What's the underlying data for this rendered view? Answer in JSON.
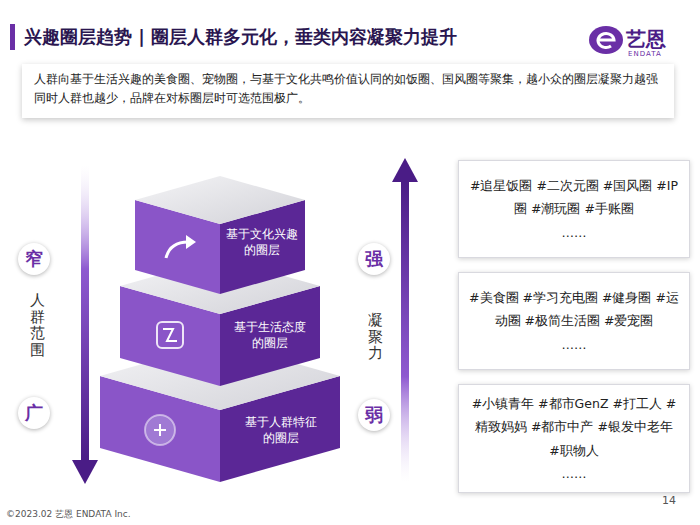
{
  "diagram": {
    "title": "兴趣圈层趋势 | 圈层人群多元化，垂类内容凝聚力提升",
    "nodes": [
      {
        "text": [
          "人群向基于生活兴趣的美食圈、宠物圈，与基于文化共鸣价值认同的如饭圈、国风圈等聚集，越小众的圈层凝聚力越强同时人群也越少，品牌在对标圈层时可选范围极广。"
        ]
      },
      {
        "text": [
          "窄"
        ]
      },
      {
        "text": [
          "广"
        ]
      },
      {
        "text": [
          "基于文化兴趣的圈层"
        ]
      },
      {
        "text": [
          "基于生活态度的圈层"
        ]
      },
      {
        "text": [
          "基于人群特征的圈层"
        ]
      },
      {
        "text": [
          "强"
        ]
      },
      {
        "text": [
          "弱"
        ]
      },
      {
        "text": [
          "#追星饭圈 #二次元圈 #国风圈 #IP圈 #潮玩圈 #手账圈",
          "……"
        ]
      },
      {
        "text": [
          "#美食圈 #学习充电圈 #健身圈 #运动圈 #极简生活圈 #爱宠圈",
          "……"
        ]
      },
      {
        "text": [
          "#小镇青年 #都市GenZ #打工人 #精致妈妈 #都市中产 #银发中老年 #职物人",
          "……"
        ]
      }
    ],
    "labels": [
      "艺恩",
      "ENDATA",
      "人群范围",
      "凝聚力",
      "©2023.02 艺恩 ENDATA Inc.",
      "14"
    ]
  }
}
